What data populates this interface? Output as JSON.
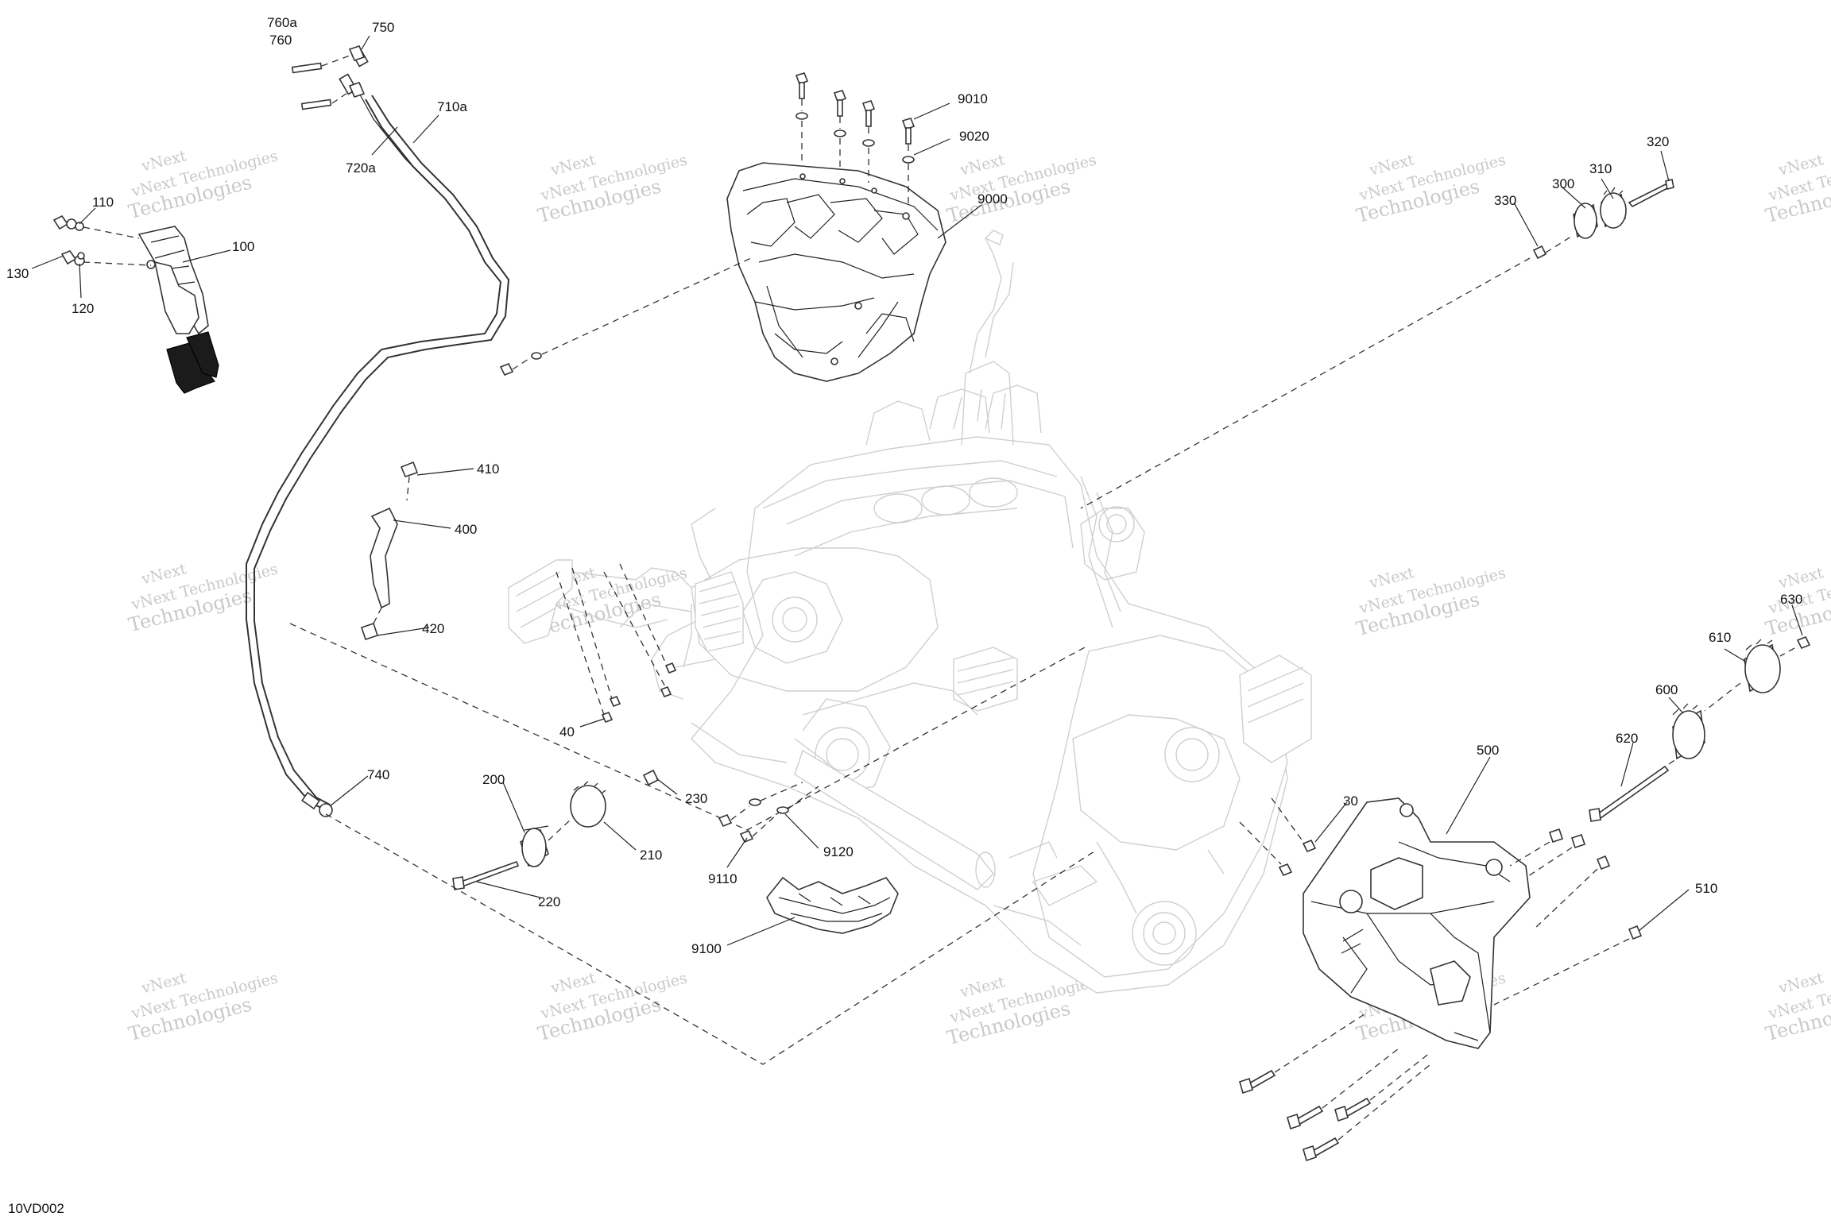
{
  "diagram": {
    "code": "10VD002",
    "watermark_line1": "vNext Technologies",
    "watermark_line2": "vNext",
    "watermark_line3": "Technologies"
  },
  "labels": {
    "p760a": "760a",
    "p760": "760",
    "p750": "750",
    "p710a": "710a",
    "p720a": "720a",
    "p110": "110",
    "p100": "100",
    "p130": "130",
    "p120": "120",
    "p9010": "9010",
    "p9020": "9020",
    "p9000": "9000",
    "p320": "320",
    "p310": "310",
    "p300": "300",
    "p330": "330",
    "p410": "410",
    "p400": "400",
    "p420": "420",
    "p40": "40",
    "p630": "630",
    "p610": "610",
    "p600": "600",
    "p620": "620",
    "p500": "500",
    "p510": "510",
    "p30": "30",
    "p740": "740",
    "p200": "200",
    "p210": "210",
    "p220": "220",
    "p230": "230",
    "p9120": "9120",
    "p9110": "9110",
    "p9100": "9100"
  }
}
